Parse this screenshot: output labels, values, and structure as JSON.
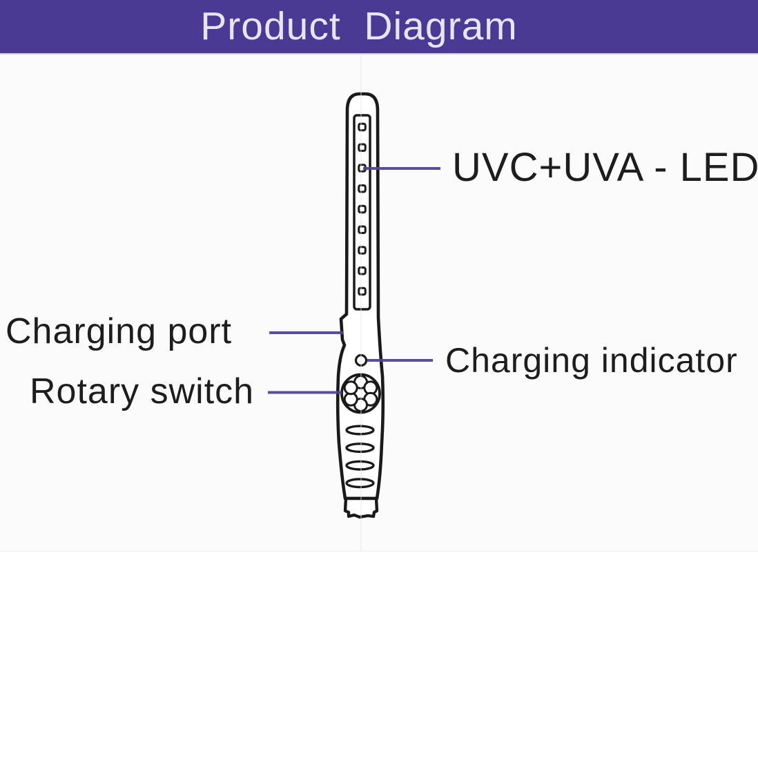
{
  "title": "Product  Diagram",
  "colors": {
    "banner_bg": "#4b3a93",
    "banner_text": "#eae4f2",
    "leader_line": "#54458e",
    "outline": "#1a1a1a",
    "label_text": "#1d1d1d",
    "paper_bg": "#fcfbfc",
    "page_bg": "#ffffff",
    "fold_line": "#e4e1e6"
  },
  "labels": {
    "uvc_uva_led": "UVC+UVA - LED",
    "charging_port": "Charging port",
    "rotary_switch": "Rotary switch",
    "charging_indicator": "Charging indicator"
  },
  "device": {
    "led_count": 9,
    "rotary_hole_count": 6,
    "grip_count": 4
  }
}
